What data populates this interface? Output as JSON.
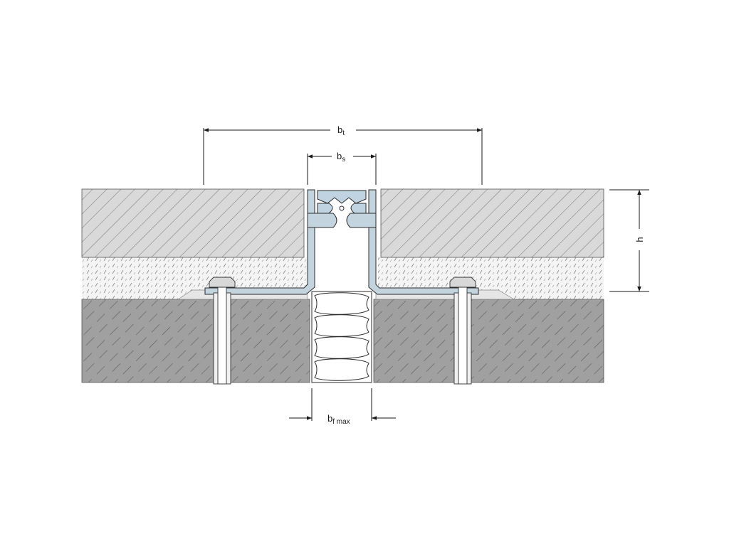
{
  "labels": {
    "bt": {
      "main": "b",
      "sub": "t"
    },
    "bs": {
      "main": "b",
      "sub": "s"
    },
    "h": {
      "main": "h",
      "sub": ""
    },
    "bfmax": {
      "main": "b",
      "sub": "f max"
    }
  },
  "colors": {
    "background": "#ffffff",
    "screed": "#d6d6d6",
    "screed_hatch": "#7a7a7a",
    "bedding": "#f2f2f2",
    "substrate": "#9c9c9c",
    "substrate_hatch": "#5c5c5c",
    "profile_fill": "#bdd0dc",
    "profile_stroke": "#2a2a2a",
    "filler": "#ffffff",
    "dimension_line": "#1a1a1a"
  }
}
